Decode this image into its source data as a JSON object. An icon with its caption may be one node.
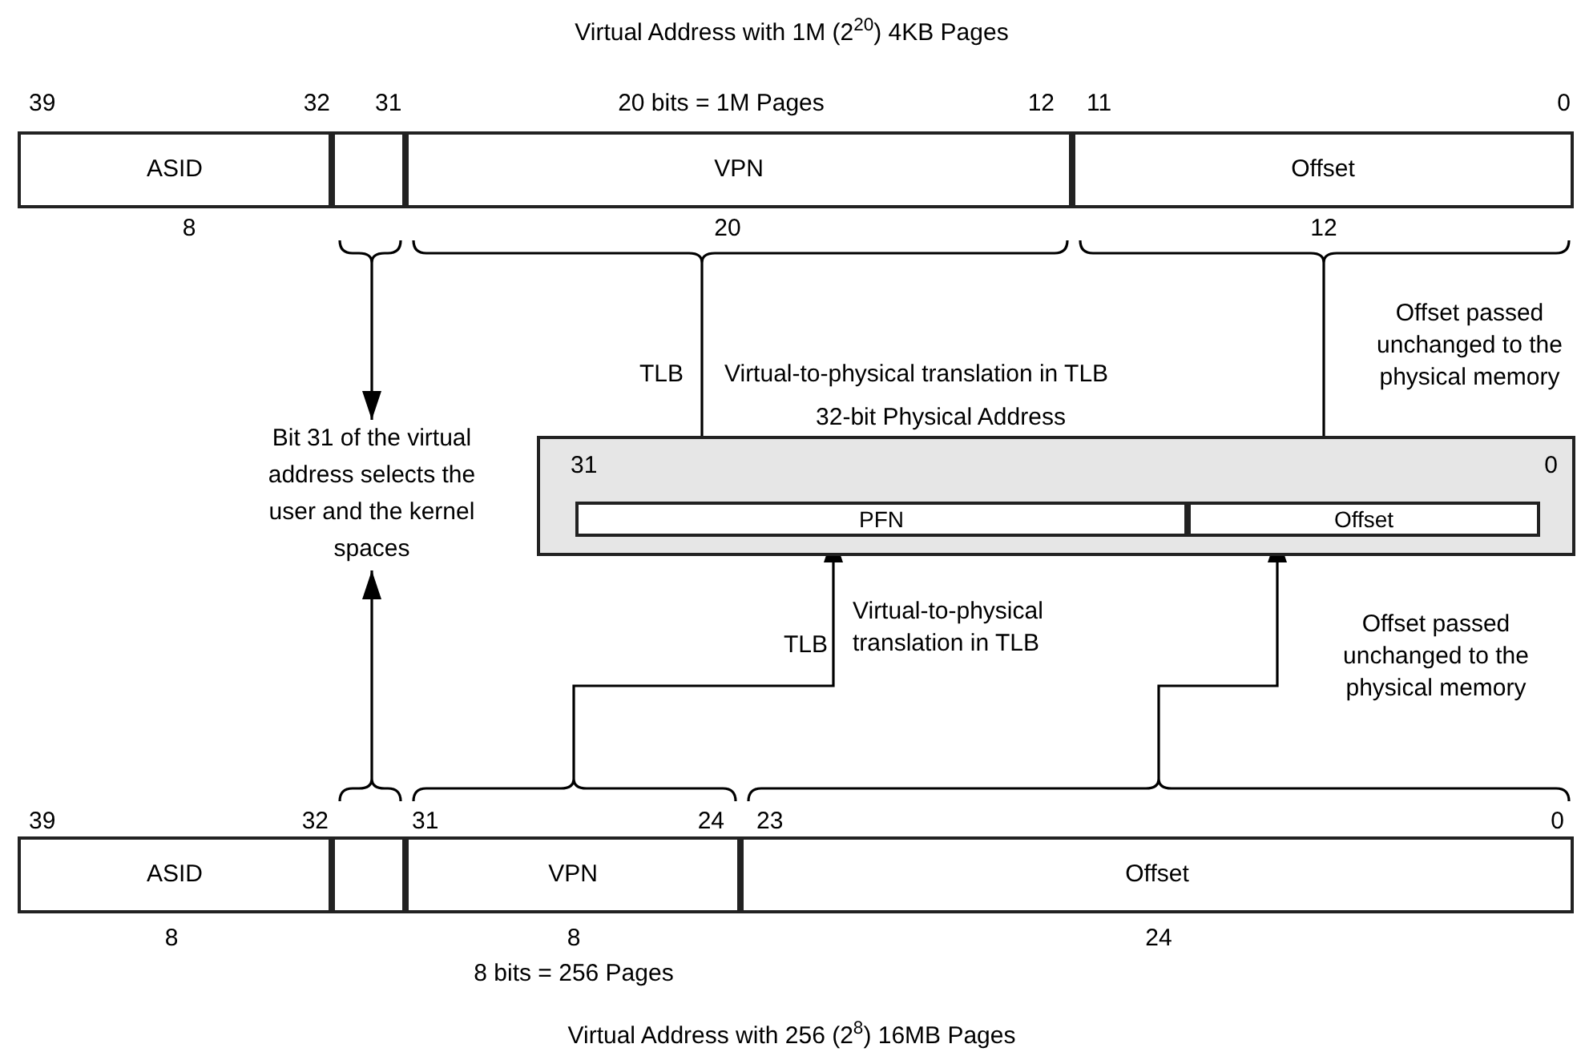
{
  "diagram": {
    "title": "Virtual Address with 1M (2$^{20}$) 4KB Pages",
    "caption": "Virtual Address with 256 (2$^{8}$) 16MB Pages",
    "nodes": [
      {
        "text": [
          "ASID"
        ]
      },
      {
        "text": [],
        "shape": "box"
      },
      {
        "text": [
          "VPN"
        ]
      },
      {
        "text": [
          "Offset"
        ]
      },
      {
        "text": [
          "Bit 31 of the virtual address selects the user and the kernel spaces"
        ]
      },
      {
        "text": [
          "32-bit Physical Address"
        ]
      },
      {
        "text": [
          "PFN"
        ],
        "in": 5
      },
      {
        "text": [
          "Offset"
        ],
        "in": 5
      },
      {
        "text": [
          "ASID"
        ]
      },
      {
        "text": [],
        "shape": "box"
      },
      {
        "text": [
          "VPN"
        ]
      },
      {
        "text": [
          "Offset"
        ]
      }
    ],
    "edges": [
      {
        "from": 1,
        "to": 4,
        "arrow": "to"
      },
      {
        "from": 2,
        "to": 6,
        "arrow": "to",
        "label": "TLB"
      },
      {
        "from": 3,
        "to": 7,
        "arrow": "to"
      },
      {
        "from": 9,
        "to": 4,
        "arrow": "to"
      },
      {
        "from": 10,
        "to": 6,
        "arrow": "to",
        "label": "TLB"
      },
      {
        "from": 11,
        "to": 7,
        "arrow": "to"
      }
    ],
    "labels": [
      "39",
      "32",
      "31",
      "20 bits = 1M Pages",
      "12",
      "11",
      "0",
      "8",
      "20",
      "12",
      "Virtual-to-physical translation in TLB",
      "Offset passed unchanged to the physical memory",
      "31",
      "0",
      "Virtual-to-physical translation in TLB",
      "Offset passed unchanged to the physical memory",
      "39",
      "32",
      "31",
      "24",
      "23",
      "0",
      "8",
      "8",
      "24",
      "8 bits = 256 Pages"
    ]
  }
}
